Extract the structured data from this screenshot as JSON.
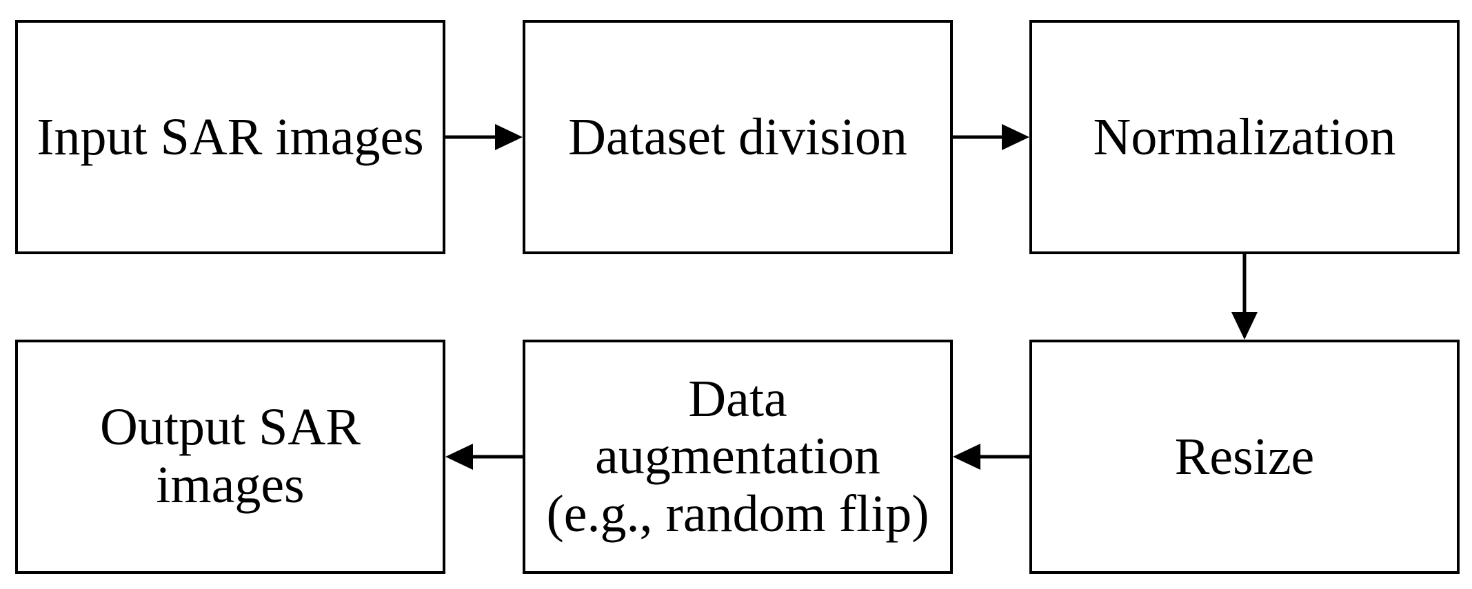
{
  "nodes": {
    "input": {
      "lines": [
        "Input SAR images"
      ]
    },
    "division": {
      "lines": [
        "Dataset division"
      ]
    },
    "normalization": {
      "lines": [
        "Normalization"
      ]
    },
    "resize": {
      "lines": [
        "Resize"
      ]
    },
    "augmentation": {
      "lines": [
        "Data",
        "augmentation",
        "(e.g., random flip)"
      ]
    },
    "output": {
      "lines": [
        "Output SAR",
        "images"
      ]
    }
  },
  "edges": [
    {
      "from": "Input SAR images",
      "to": "Dataset division"
    },
    {
      "from": "Dataset division",
      "to": "Normalization"
    },
    {
      "from": "Normalization",
      "to": "Resize"
    },
    {
      "from": "Resize",
      "to": "Data augmentation (e.g., random flip)"
    },
    {
      "from": "Data augmentation (e.g., random flip)",
      "to": "Output SAR images"
    }
  ],
  "colors": {
    "stroke": "#000000",
    "background": "#ffffff"
  }
}
